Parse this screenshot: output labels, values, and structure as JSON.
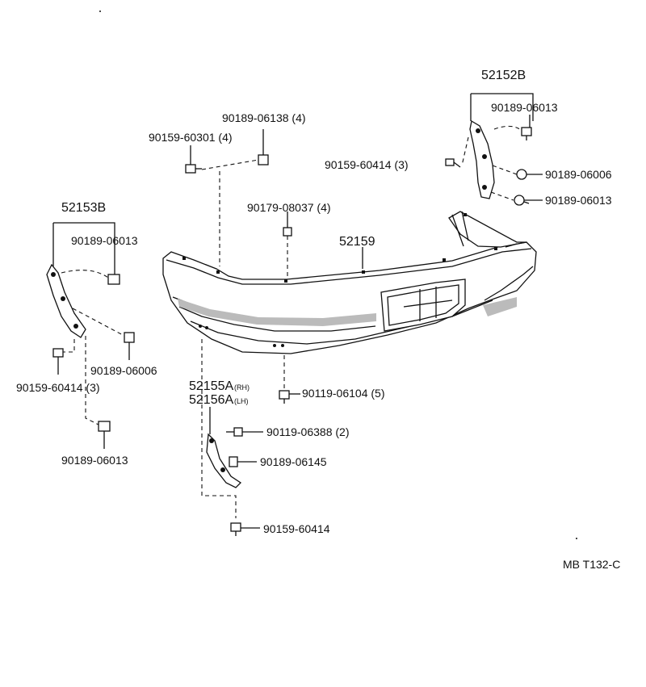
{
  "diagram": {
    "ref_code": "MB T132-C",
    "labels": {
      "p52152B": "52152B",
      "p52153B": "52153B",
      "p52159": "52159",
      "p52155A": "52155A",
      "rh": "(RH)",
      "p52156A": "52156A",
      "lh": "(LH)",
      "r_06013_a": "90189-06013",
      "r_60414_3": "90159-60414 (3)",
      "r_06006": "90189-06006",
      "r_06013_b": "90189-06013",
      "top_06138": "90189-06138 (4)",
      "top_60301": "90159-60301 (4)",
      "top_08037": "90179-08037 (4)",
      "l_06013_a": "90189-06013",
      "l_06006": "90189-06006",
      "l_60414_3": "90159-60414 (3)",
      "l_06013_b": "90189-06013",
      "b_06104": "90119-06104 (5)",
      "b_06388": "90119-06388 (2)",
      "b_06145": "90189-06145",
      "b_60414": "90159-60414"
    }
  }
}
